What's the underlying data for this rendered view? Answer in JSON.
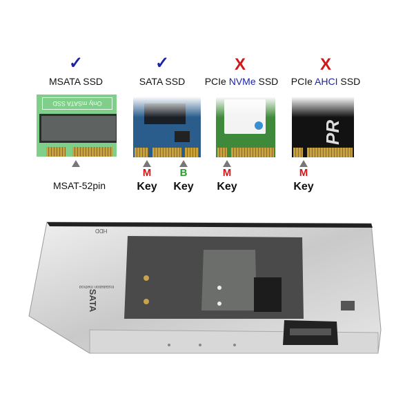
{
  "columns": [
    {
      "status": "✓",
      "status_kind": "supported",
      "title": "MSATA SSD",
      "board_text": "Only mSATA SSD",
      "connector": "MSAT-52pin"
    },
    {
      "status": "✓",
      "status_kind": "supported",
      "title": "SATA SSD",
      "keys": [
        {
          "letter": "M",
          "word": "Key"
        },
        {
          "letter": "B",
          "word": "Key"
        }
      ]
    },
    {
      "status": "X",
      "status_kind": "unsupported",
      "title_pre": "PCIe ",
      "title_hl": "NVMe",
      "title_post": " SSD",
      "keys": [
        {
          "letter": "M",
          "word": "Key"
        }
      ]
    },
    {
      "status": "X",
      "status_kind": "unsupported",
      "title_pre": "PCIe ",
      "title_hl": "AHCI",
      "title_post": " SSD",
      "keys": [
        {
          "letter": "M",
          "word": "Key"
        }
      ]
    }
  ],
  "caddy": {
    "side_label": "SATA",
    "install_label": "Installation method",
    "hdd_label": "HDD"
  },
  "colors": {
    "check": "#1a23a6",
    "cross": "#d01818",
    "m_key": "#d01818",
    "b_key": "#2aa02a"
  }
}
